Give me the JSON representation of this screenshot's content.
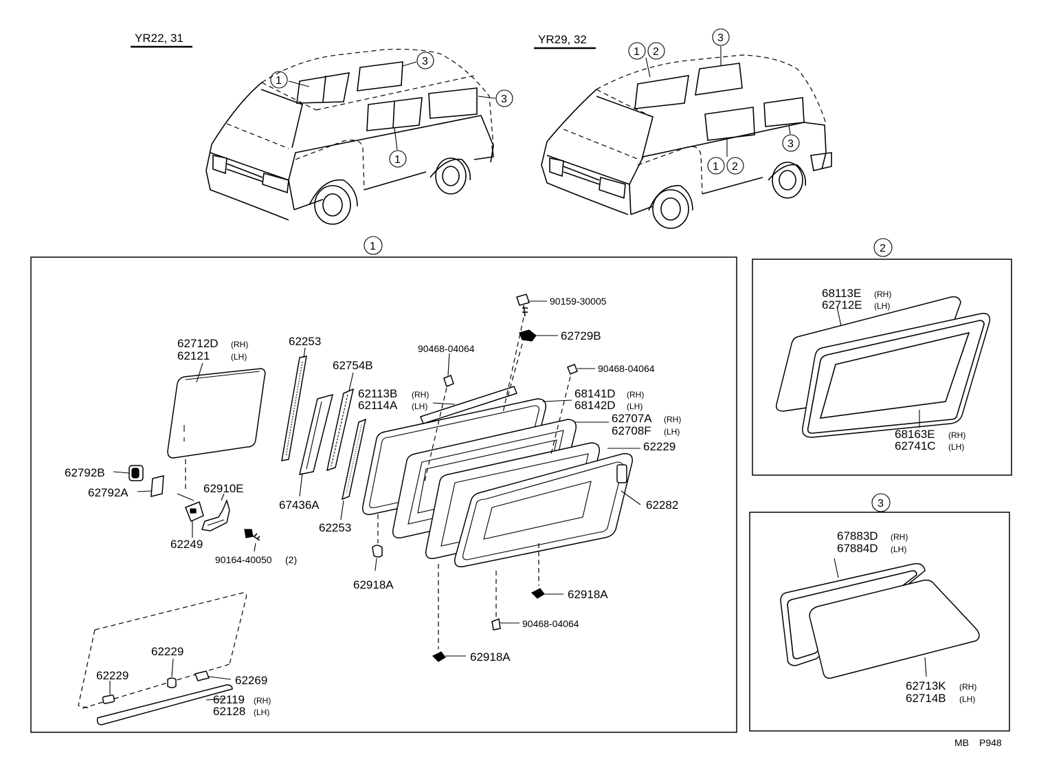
{
  "models": {
    "left": "YR22, 31",
    "right": "YR29, 32"
  },
  "markers": {
    "one": "1",
    "two": "2",
    "three": "3"
  },
  "panel1": {
    "parts": {
      "p62712D": "62712D",
      "p62121": "62121",
      "p62253_top": "62253",
      "p62754B": "62754B",
      "p62113B": "62113B",
      "p62114A": "62114A",
      "p90468_a": "90468-04064",
      "p90159": "90159-30005",
      "p62729B": "62729B",
      "p90468_b": "90468-04064",
      "p68141D": "68141D",
      "p68142D": "68142D",
      "p62707A": "62707A",
      "p62708F": "62708F",
      "p62229_r": "62229",
      "p62282": "62282",
      "p62792B": "62792B",
      "p62792A": "62792A",
      "p62910E": "62910E",
      "p67436A": "67436A",
      "p62253_bot": "62253",
      "p62249": "62249",
      "p90164": "90164-40050",
      "p90164_qty": "(2)",
      "p62918A_a": "62918A",
      "p62918A_b": "62918A",
      "p90468_c": "90468-04064",
      "p62918A_c": "62918A",
      "p62229_a": "62229",
      "p62229_b": "62229",
      "p62269": "62269",
      "p62119": "62119",
      "p62128": "62128"
    }
  },
  "panel2": {
    "parts": {
      "p68113E": "68113E",
      "p62712E": "62712E",
      "p68163E": "68163E",
      "p62741C": "62741C"
    }
  },
  "panel3": {
    "parts": {
      "p67883D": "67883D",
      "p67884D": "67884D",
      "p62713K": "62713K",
      "p62714B": "62714B"
    }
  },
  "side": {
    "rh": "(RH)",
    "lh": "(LH)"
  },
  "footer": {
    "code1": "MB",
    "code2": "P948"
  }
}
